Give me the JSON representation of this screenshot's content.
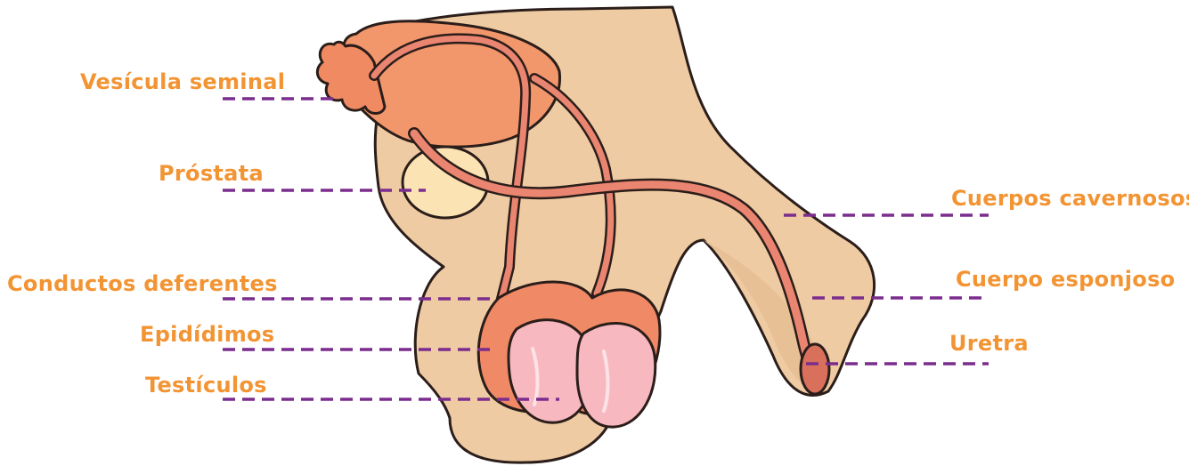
{
  "diagram": {
    "labels": {
      "vesicula_seminal": "Vesícula seminal",
      "prostata": "Próstata",
      "conductos_deferentes": "Conductos deferentes",
      "epididimos": "Epidídimos",
      "testiculos": "Testículos",
      "cuerpos_cavernosos": "Cuerpos cavernosos",
      "cuerpo_esponjoso": "Cuerpo esponjoso",
      "uretra": "Uretra"
    },
    "colors": {
      "label_text": "#f39433",
      "leader_line": "#7b2d8e",
      "skin": "#eecba3",
      "vesicle": "#f2966c",
      "duct": "#e98570",
      "prostate": "#fbe3b4",
      "testis": "#f7b8bf",
      "outline": "#2b1e1a"
    }
  }
}
